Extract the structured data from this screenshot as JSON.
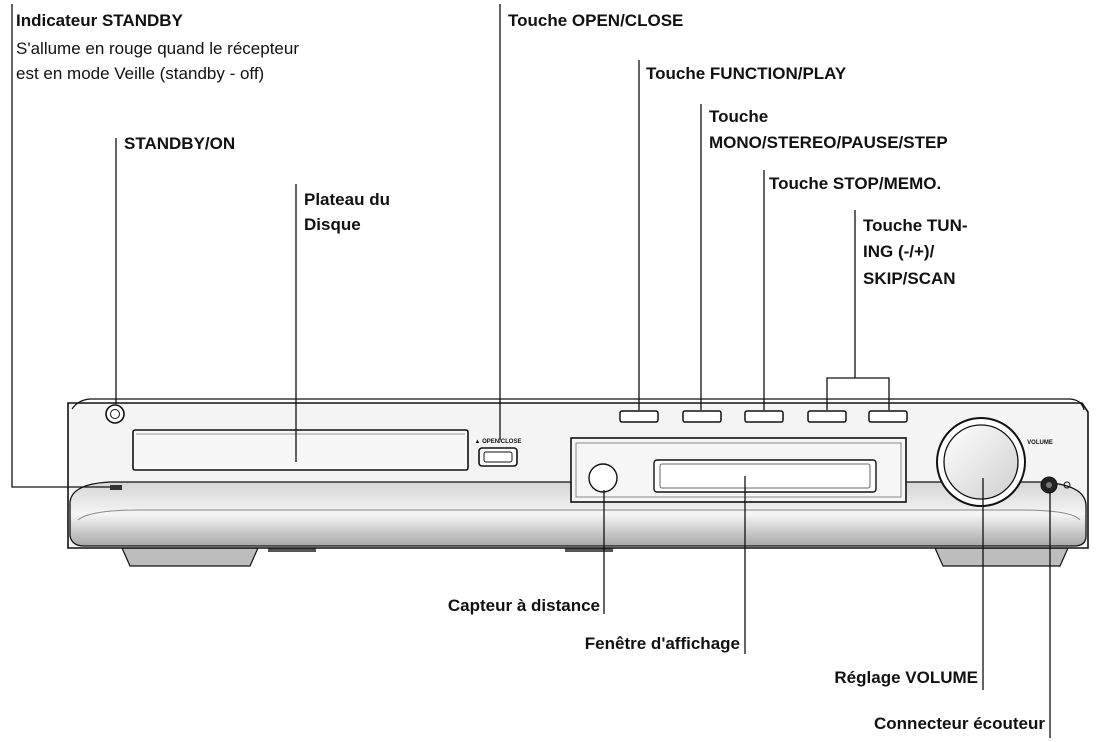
{
  "labels": {
    "standby_indicator": {
      "title": "Indicateur STANDBY",
      "desc_1": "S'allume en rouge quand le récepteur",
      "desc_2": "est en mode Veille (standby - off)"
    },
    "standby_on": "STANDBY/ON",
    "disc_tray": {
      "line_1": "Plateau du",
      "line_2": "Disque"
    },
    "open_close": "Touche OPEN/CLOSE",
    "function_play": "Touche FUNCTION/PLAY",
    "mono_stereo": {
      "line_1": "Touche",
      "line_2": "MONO/STEREO/PAUSE/STEP"
    },
    "stop_memo": "Touche STOP/MEMO.",
    "tuning": {
      "line_1": "Touche TUN-",
      "line_2": "ING (-/+)/",
      "line_3": "SKIP/SCAN"
    },
    "remote_sensor": "Capteur à distance",
    "display_window": "Fenêtre d'affichage",
    "volume_control": "Réglage VOLUME",
    "headphone_jack": "Connecteur écouteur"
  },
  "device": {
    "open_close_marking": "▲ OPEN/CLOSE",
    "volume_marking": "VOLUME"
  },
  "colors": {
    "outline": "#111111",
    "panel_fill": "#f2f2f2",
    "shadow": "#bdbdbd"
  }
}
